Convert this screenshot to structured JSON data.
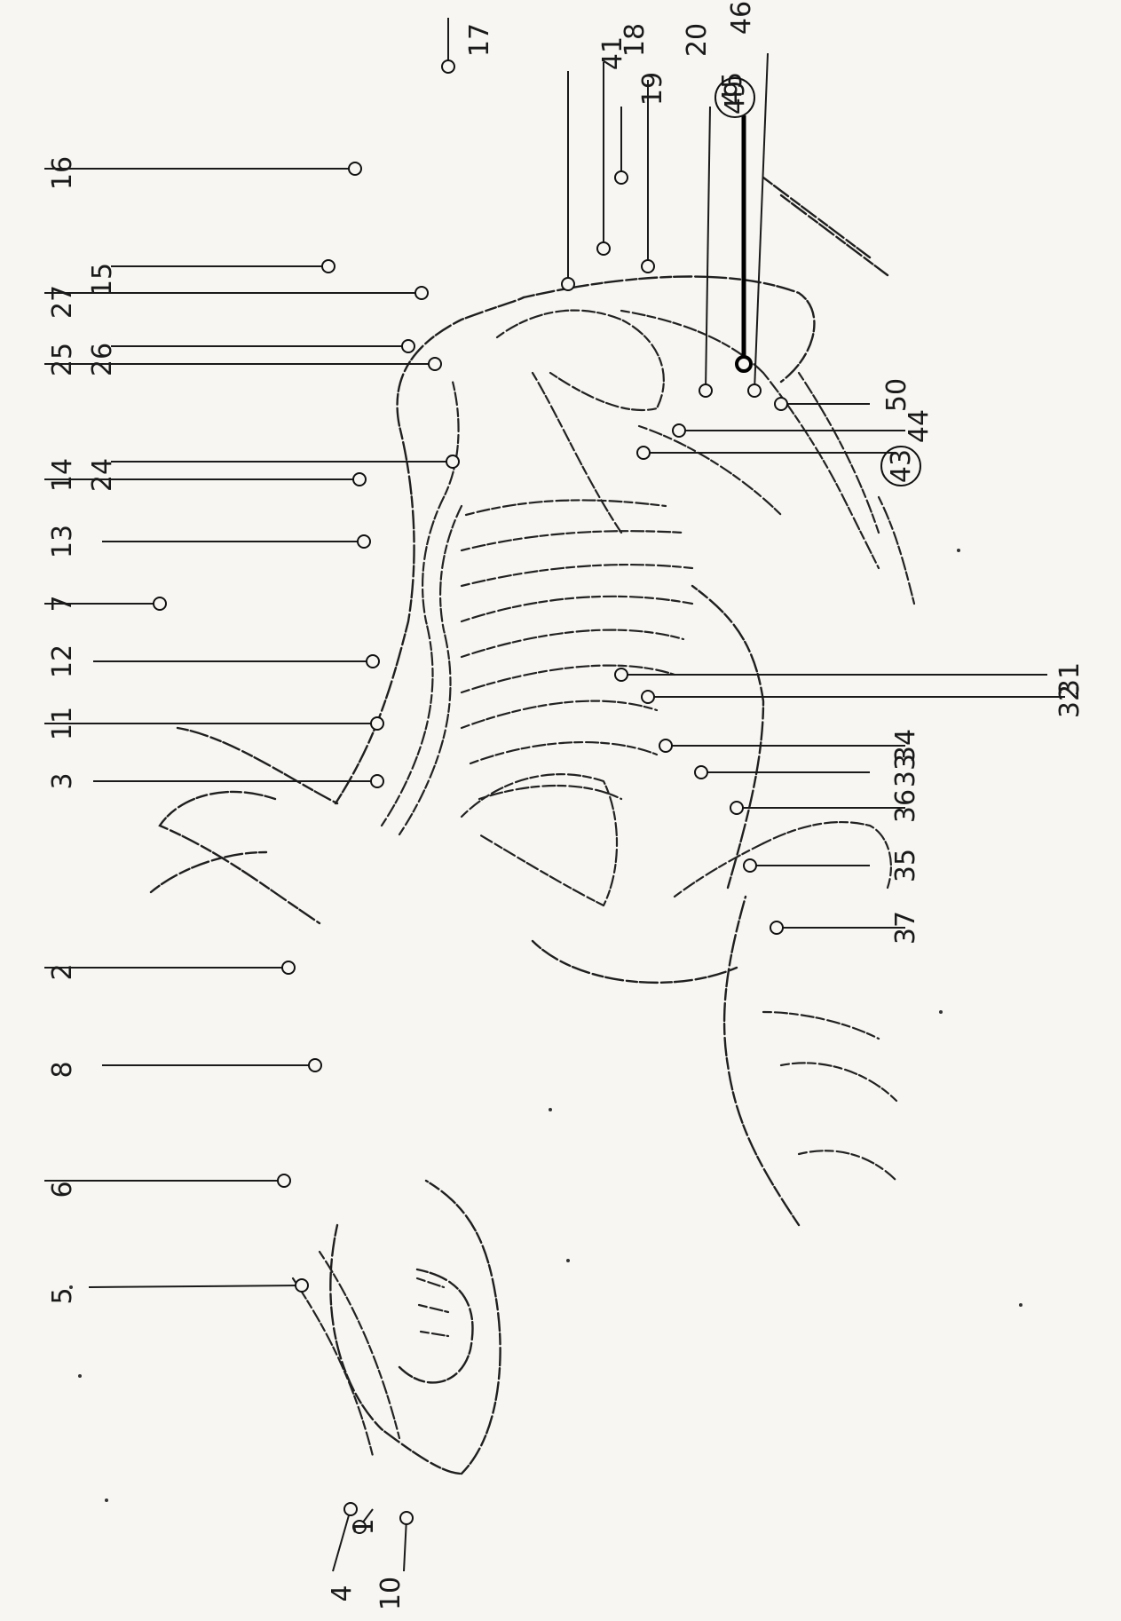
{
  "labels": [
    {
      "id": "a4",
      "text": "4"
    },
    {
      "id": "a1",
      "text": "1"
    },
    {
      "id": "a10",
      "text": "10"
    },
    {
      "id": "a5",
      "text": "5"
    },
    {
      "id": "a6",
      "text": "6"
    },
    {
      "id": "a8",
      "text": "8"
    },
    {
      "id": "a2",
      "text": "2"
    },
    {
      "id": "a3",
      "text": "3"
    },
    {
      "id": "a11",
      "text": "11"
    },
    {
      "id": "a12",
      "text": "12"
    },
    {
      "id": "a7",
      "text": "7"
    },
    {
      "id": "a13",
      "text": "13"
    },
    {
      "id": "a14",
      "text": "14"
    },
    {
      "id": "a24",
      "text": "24"
    },
    {
      "id": "a25",
      "text": "25"
    },
    {
      "id": "a26",
      "text": "26"
    },
    {
      "id": "a27",
      "text": "27"
    },
    {
      "id": "a15",
      "text": "15"
    },
    {
      "id": "a16",
      "text": "16"
    },
    {
      "id": "a17",
      "text": "17"
    },
    {
      "id": "a41",
      "text": "41"
    },
    {
      "id": "a18",
      "text": "18"
    },
    {
      "id": "a19",
      "text": "19"
    },
    {
      "id": "a20",
      "text": "20"
    },
    {
      "id": "a45",
      "text": "45"
    },
    {
      "id": "a49",
      "text": "49",
      "circled": true
    },
    {
      "id": "a46",
      "text": "46"
    },
    {
      "id": "a50",
      "text": "50"
    },
    {
      "id": "a44",
      "text": "44"
    },
    {
      "id": "a43",
      "text": "43",
      "circled": true
    },
    {
      "id": "a34",
      "text": "34"
    },
    {
      "id": "a33",
      "text": "33"
    },
    {
      "id": "a36",
      "text": "36"
    },
    {
      "id": "a35",
      "text": "35"
    },
    {
      "id": "a37",
      "text": "37"
    },
    {
      "id": "a31",
      "text": "31"
    },
    {
      "id": "a32",
      "text": "32"
    }
  ]
}
